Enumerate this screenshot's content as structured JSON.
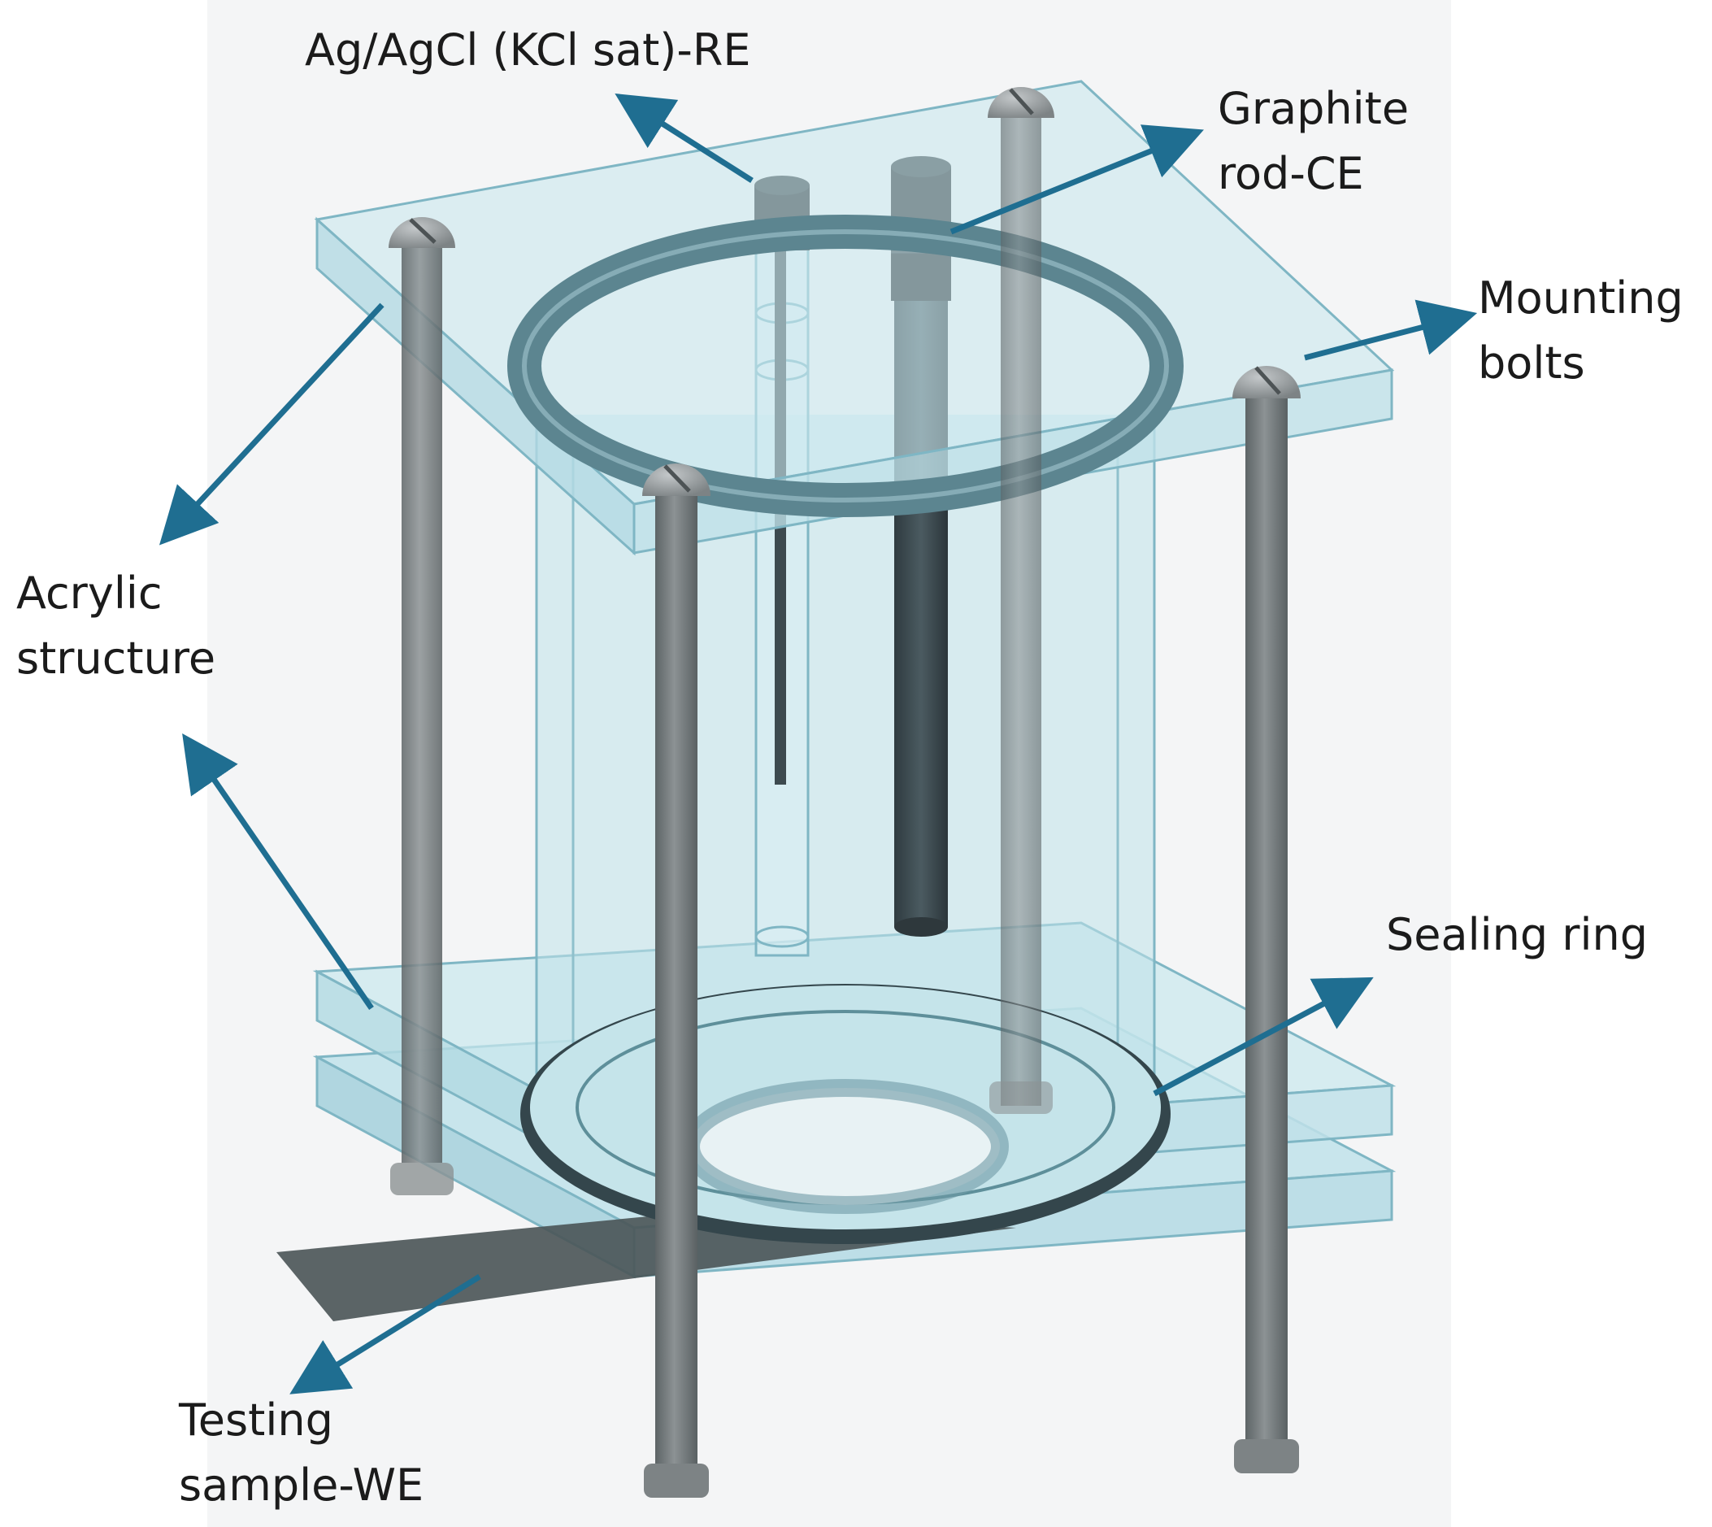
{
  "labels": {
    "reference_electrode": "Ag/AgCl (KCl sat)-RE",
    "counter_electrode_line1": "Graphite",
    "counter_electrode_line2": "rod-CE",
    "bolts_line1": "Mounting",
    "bolts_line2": "bolts",
    "structure_line1": "Acrylic",
    "structure_line2": "structure",
    "sealing_ring": "Sealing ring",
    "sample_line1": "Testing",
    "sample_line2": "sample-WE"
  },
  "colors": {
    "acrylic": "#c9e8ee",
    "acrylic_edge": "#7fb6c4",
    "bolt": "#6f7678",
    "bolt_head": "#9a9fa1",
    "electrode": "#1c1f21",
    "rod": "#3c4a50",
    "ring": "#4c6b74",
    "seal": "#2f3d42",
    "arrow": "#1f6e91"
  },
  "icons": [
    "bolt-head-icon",
    "electrode-icon"
  ]
}
